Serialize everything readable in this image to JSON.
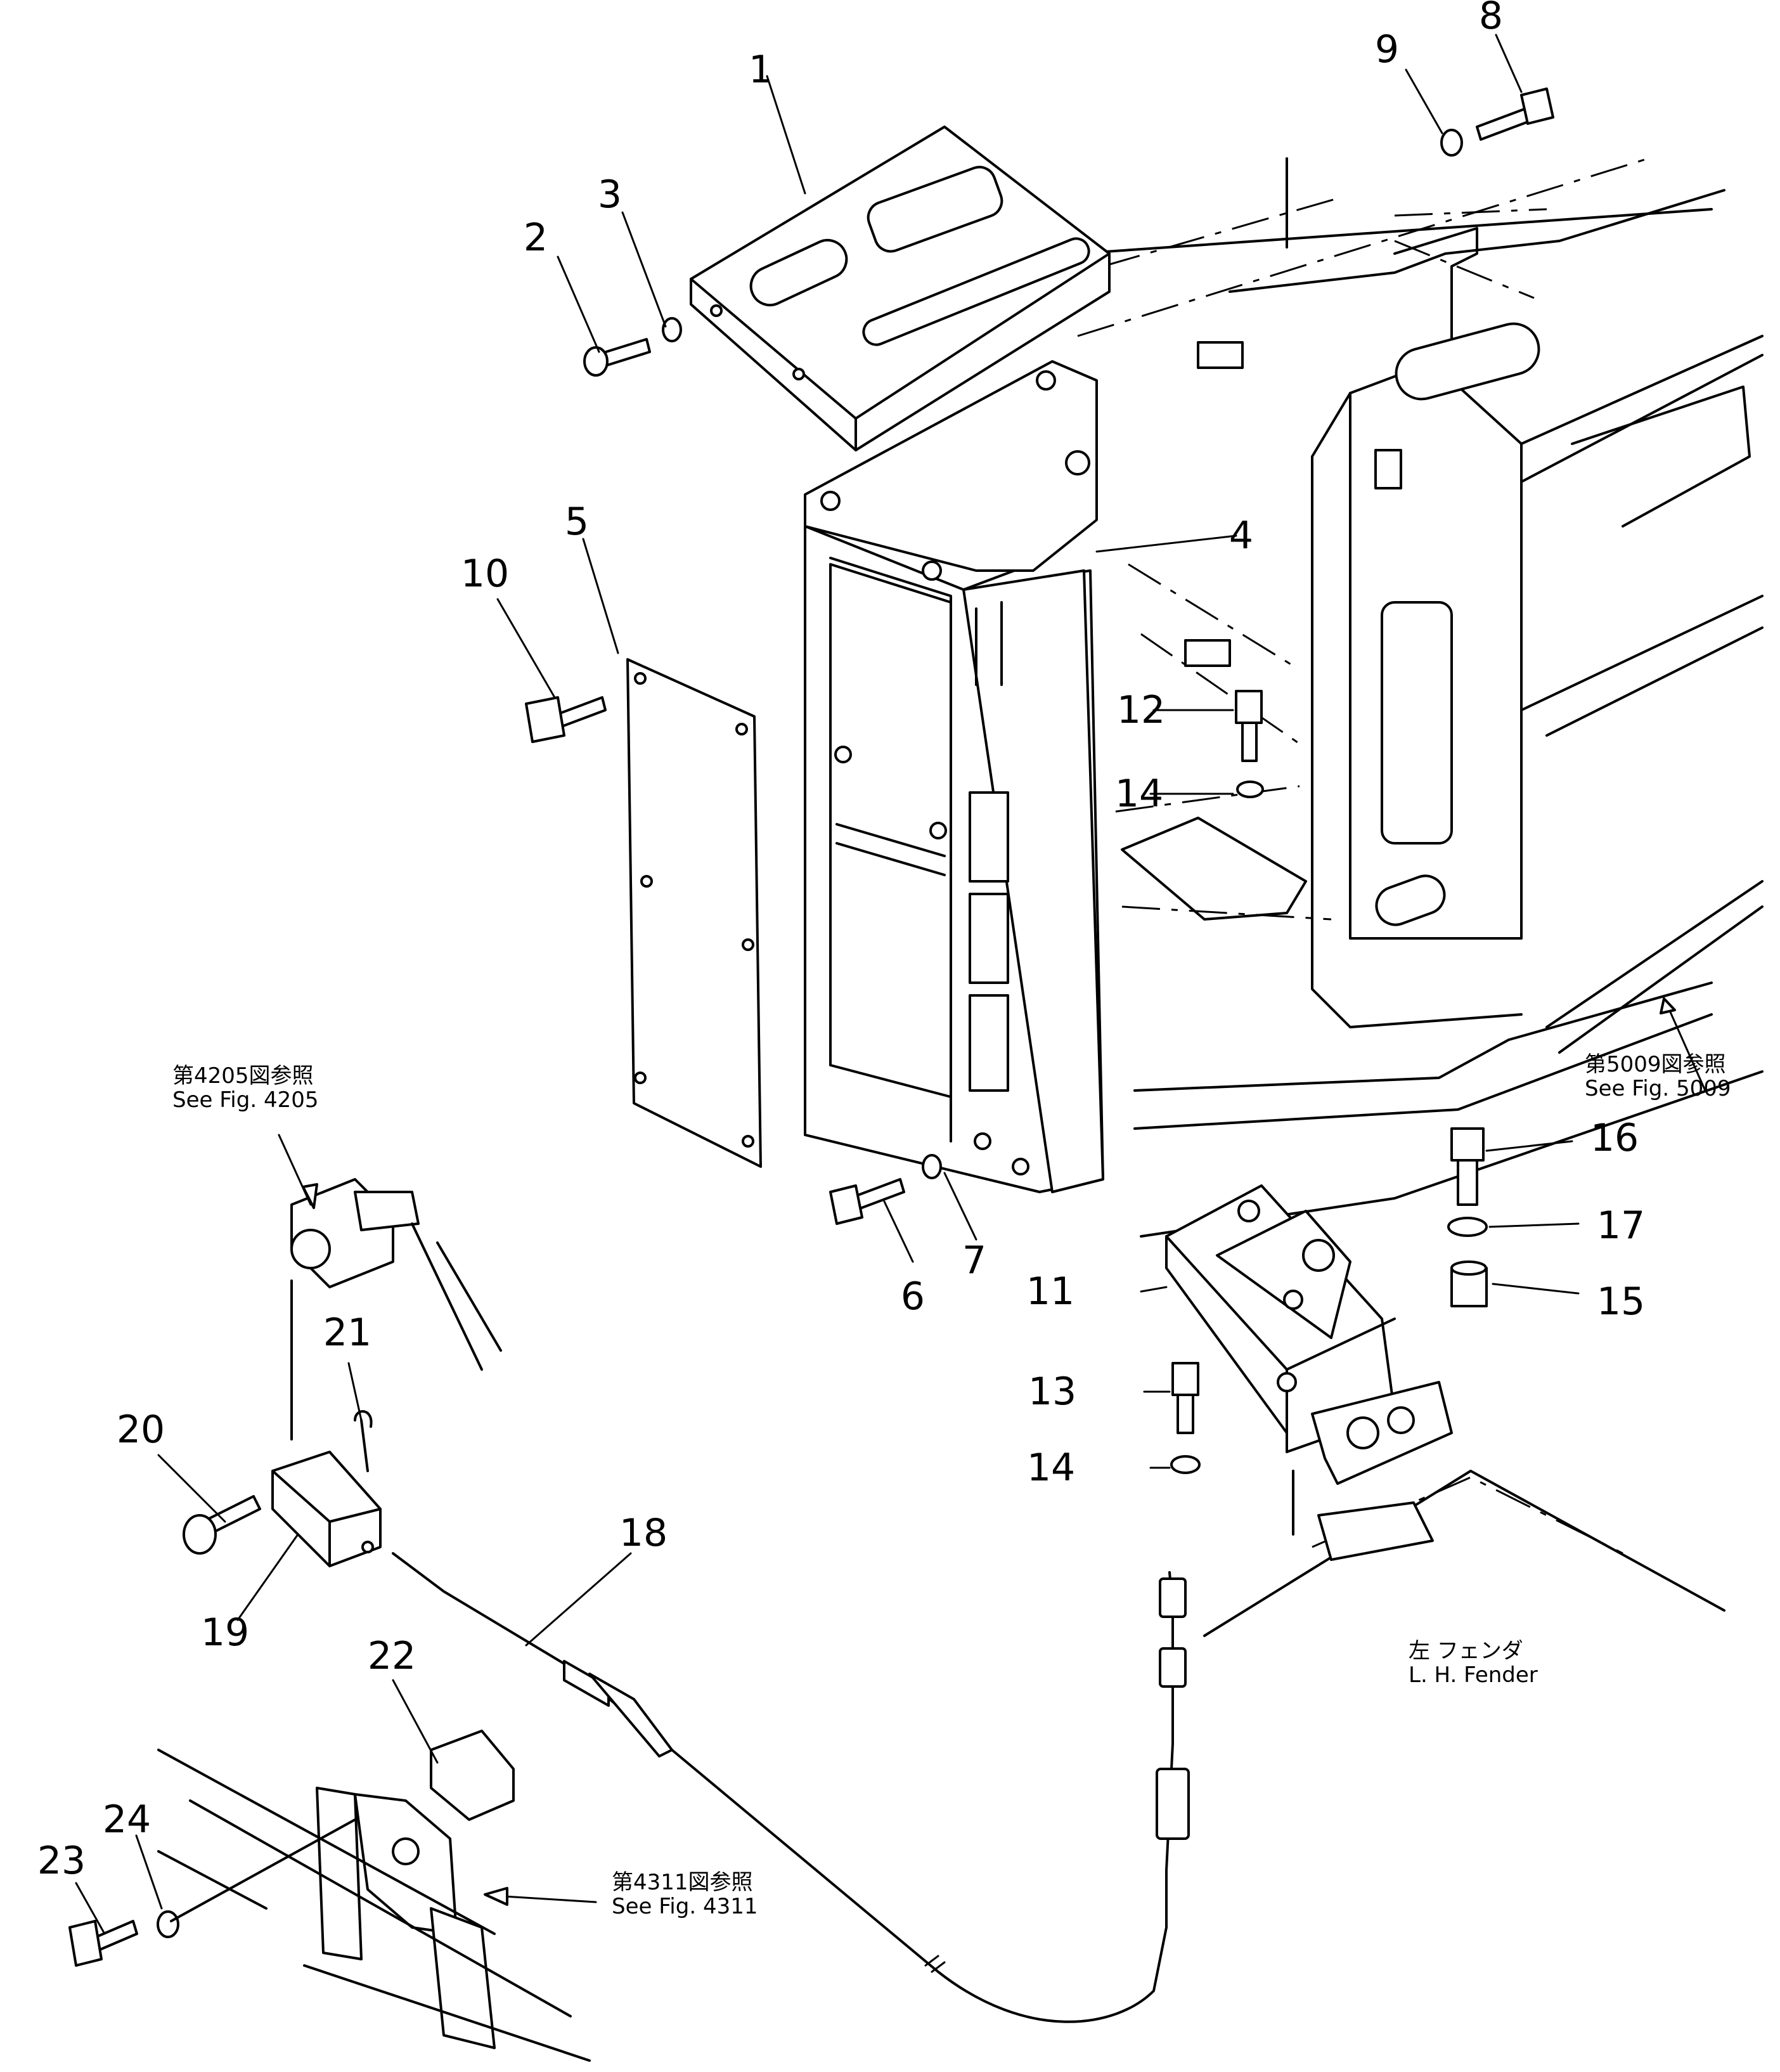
{
  "callouts": [
    {
      "id": "1",
      "text": "1"
    },
    {
      "id": "2",
      "text": "2"
    },
    {
      "id": "3",
      "text": "3"
    },
    {
      "id": "4",
      "text": "4"
    },
    {
      "id": "5",
      "text": "5"
    },
    {
      "id": "6",
      "text": "6"
    },
    {
      "id": "7",
      "text": "7"
    },
    {
      "id": "8",
      "text": "8"
    },
    {
      "id": "9",
      "text": "9"
    },
    {
      "id": "10",
      "text": "10"
    },
    {
      "id": "11",
      "text": "11"
    },
    {
      "id": "12",
      "text": "12"
    },
    {
      "id": "13",
      "text": "13"
    },
    {
      "id": "14a",
      "text": "14"
    },
    {
      "id": "14b",
      "text": "14"
    },
    {
      "id": "15",
      "text": "15"
    },
    {
      "id": "16",
      "text": "16"
    },
    {
      "id": "17",
      "text": "17"
    },
    {
      "id": "18",
      "text": "18"
    },
    {
      "id": "19",
      "text": "19"
    },
    {
      "id": "20",
      "text": "20"
    },
    {
      "id": "21",
      "text": "21"
    },
    {
      "id": "22",
      "text": "22"
    },
    {
      "id": "23",
      "text": "23"
    },
    {
      "id": "24",
      "text": "24"
    }
  ],
  "references": {
    "fig4205": {
      "jp": "第4205図参照",
      "en": "See  Fig.  4205"
    },
    "fig5009": {
      "jp": "第5009図参照",
      "en": "See  Fig.  5009"
    },
    "fig4311": {
      "jp": "第4311図参照",
      "en": "See  Fig.  4311"
    },
    "fender": {
      "jp": "左   フェンダ",
      "en": "L. H.  Fender"
    }
  }
}
